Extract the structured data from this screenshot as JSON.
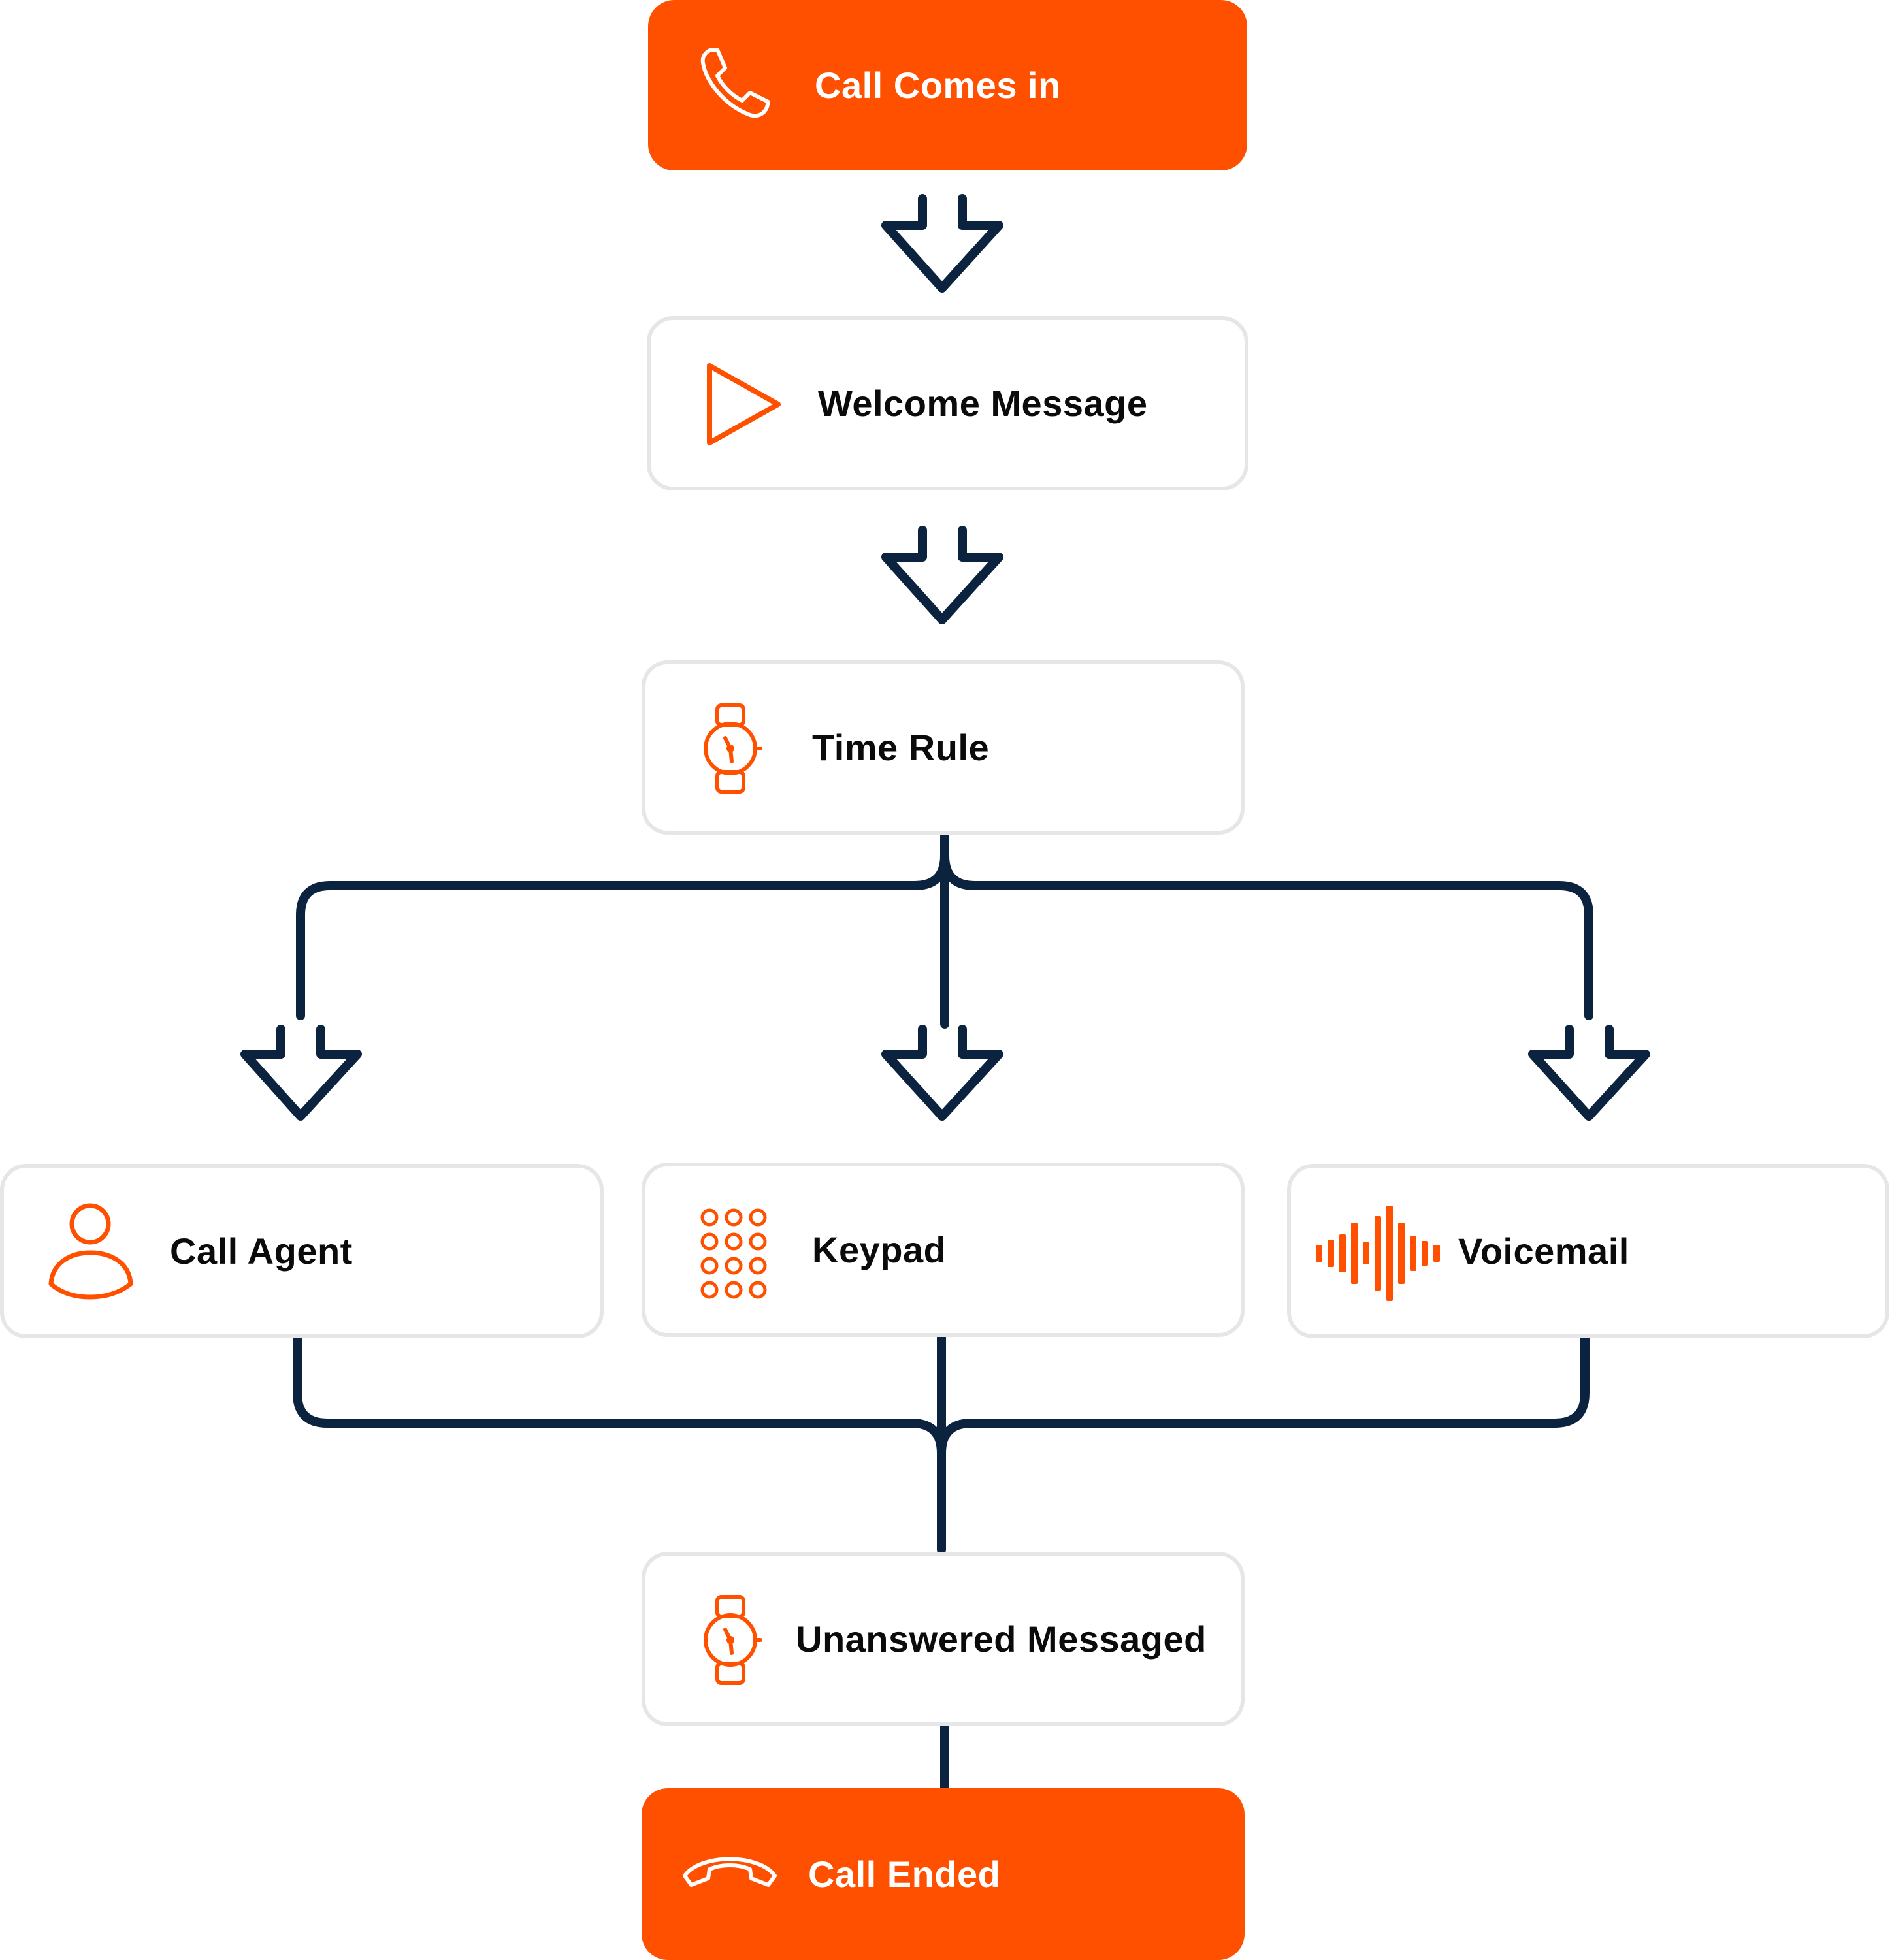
{
  "colors": {
    "accent": "#ff5000",
    "connector": "#0c2340",
    "card_border": "#e6e6e6",
    "text": "#0b0b0b",
    "text_on_accent": "#ffffff"
  },
  "nodes": {
    "call_comes_in": {
      "label": "Call Comes in",
      "icon": "phone-icon"
    },
    "welcome_message": {
      "label": "Welcome Message",
      "icon": "play-icon"
    },
    "time_rule": {
      "label": "Time Rule",
      "icon": "watch-icon"
    },
    "call_agent": {
      "label": "Call Agent",
      "icon": "user-icon"
    },
    "keypad": {
      "label": "Keypad",
      "icon": "keypad-icon"
    },
    "voicemail": {
      "label": "Voicemail",
      "icon": "sound-wave-icon"
    },
    "unanswered_messaged": {
      "label": "Unanswered Messaged",
      "icon": "watch-icon"
    },
    "call_ended": {
      "label": "Call Ended",
      "icon": "hang-up-icon"
    }
  },
  "edges": [
    {
      "from": "Call Comes in",
      "to": "Welcome Message"
    },
    {
      "from": "Welcome Message",
      "to": "Time Rule"
    },
    {
      "from": "Time Rule",
      "to": "Call Agent"
    },
    {
      "from": "Time Rule",
      "to": "Keypad"
    },
    {
      "from": "Time Rule",
      "to": "Voicemail"
    },
    {
      "from": "Call Agent",
      "to": "Unanswered Messaged"
    },
    {
      "from": "Keypad",
      "to": "Unanswered Messaged"
    },
    {
      "from": "Voicemail",
      "to": "Unanswered Messaged"
    },
    {
      "from": "Unanswered Messaged",
      "to": "Call Ended"
    }
  ]
}
